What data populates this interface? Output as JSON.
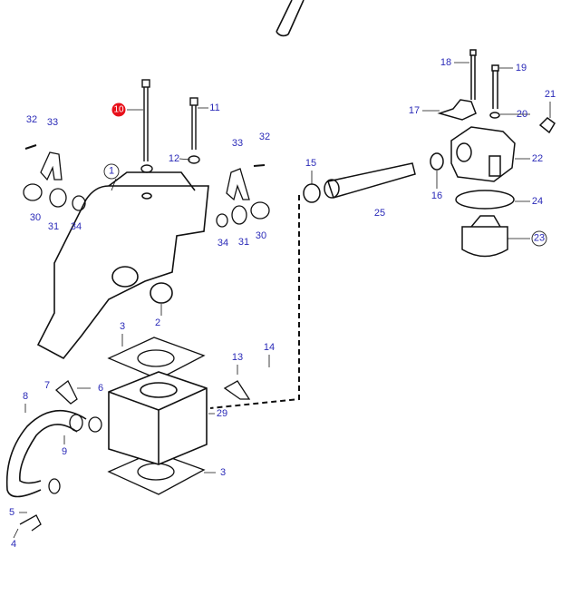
{
  "diagram": {
    "highlighted_part": "10",
    "labels": [
      "32",
      "33",
      "10",
      "11",
      "12",
      "33",
      "32",
      "1",
      "30",
      "31",
      "34",
      "34",
      "31",
      "30",
      "2",
      "3",
      "7",
      "6",
      "8",
      "13",
      "14",
      "29",
      "9",
      "3",
      "5",
      "4",
      "15",
      "25",
      "16",
      "18",
      "19",
      "17",
      "21",
      "20",
      "22",
      "24",
      "23"
    ],
    "colors": {
      "label": "#2a2ab8",
      "highlight": "#e8101a",
      "line": "#111111"
    }
  }
}
